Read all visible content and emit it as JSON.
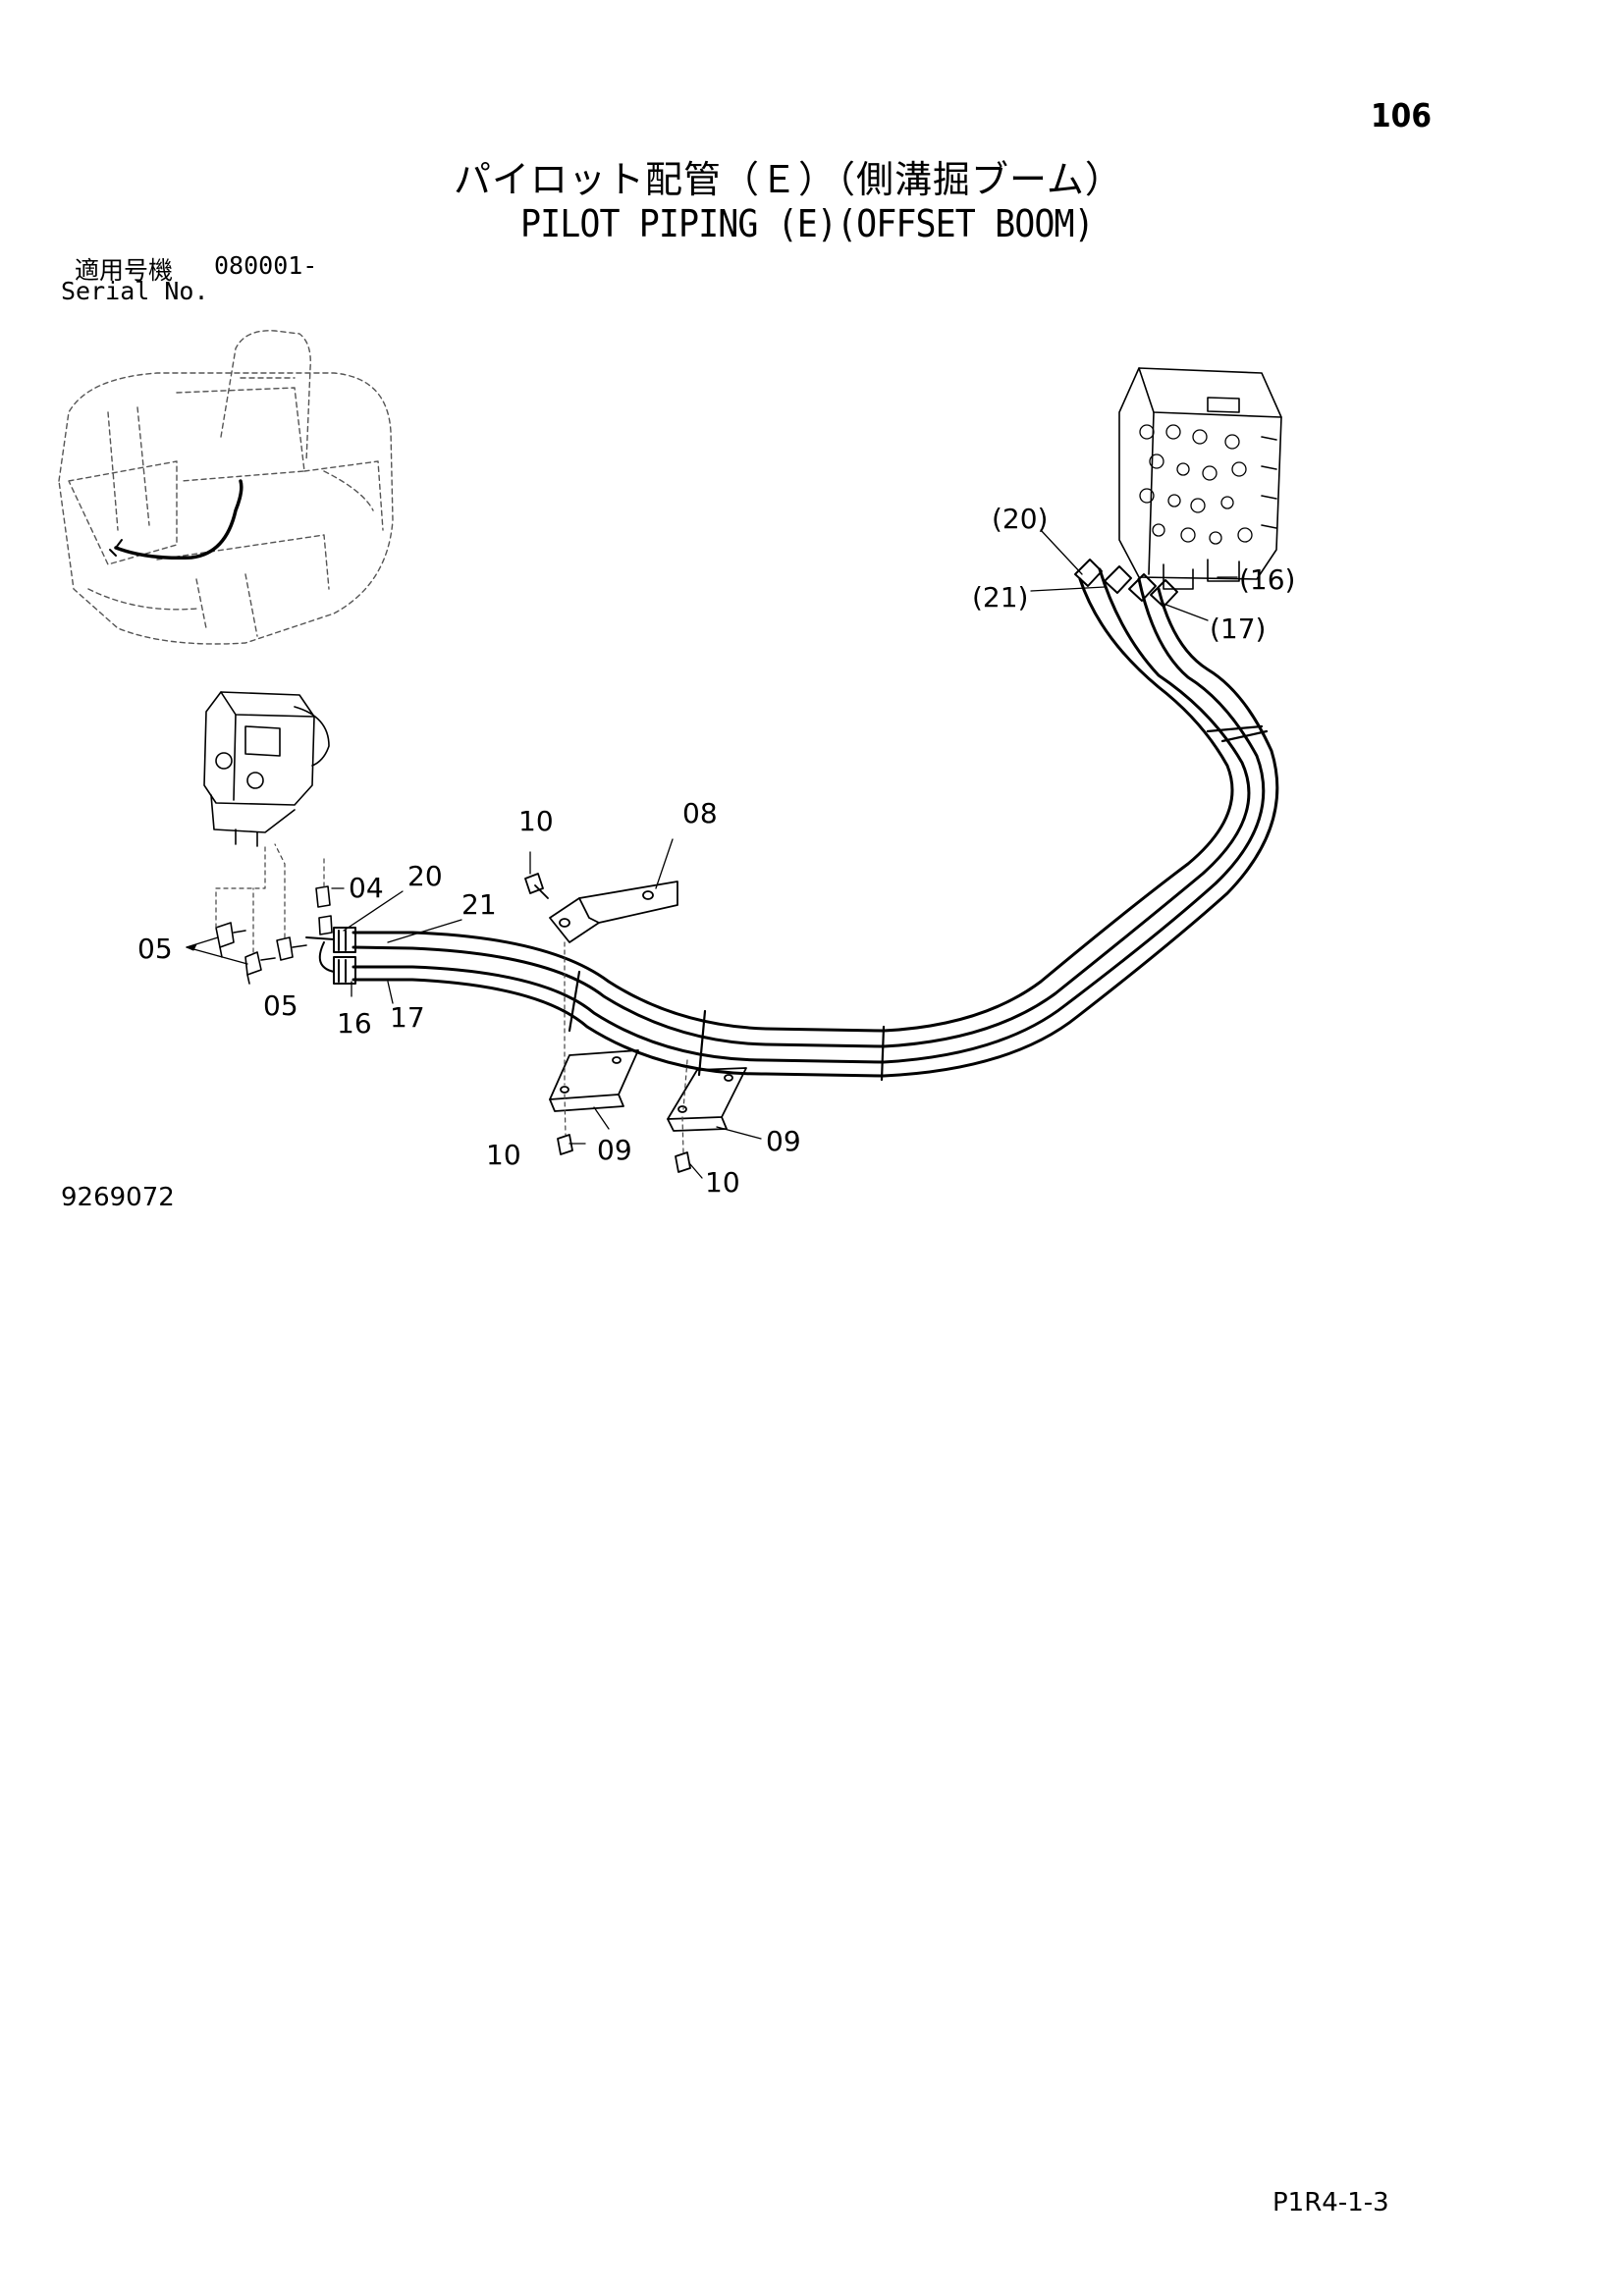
{
  "page_number": "106",
  "title_ja": "パイロット配管（Ｅ）（側溝掘ブーム）",
  "title_en": "PILOT PIPING (E)(OFFSET BOOM)",
  "serial": {
    "label_ja": "適用号機",
    "range": "080001-",
    "label_en": "Serial No."
  },
  "callouts": {
    "c20_paren": "(20)",
    "c21_paren": "(21)",
    "c16_paren": "(16)",
    "c17_paren": "(17)",
    "c10_top": "10",
    "c08": "08",
    "c04": "04",
    "c20": "20",
    "c21": "21",
    "c05_left": "05",
    "c05_bottom": "05",
    "c16": "16",
    "c17": "17",
    "c10_left": "10",
    "c09_left": "09",
    "c09_right": "09",
    "c10_right": "10"
  },
  "figure_id": "9269072",
  "page_code": "P1R4-1-3"
}
